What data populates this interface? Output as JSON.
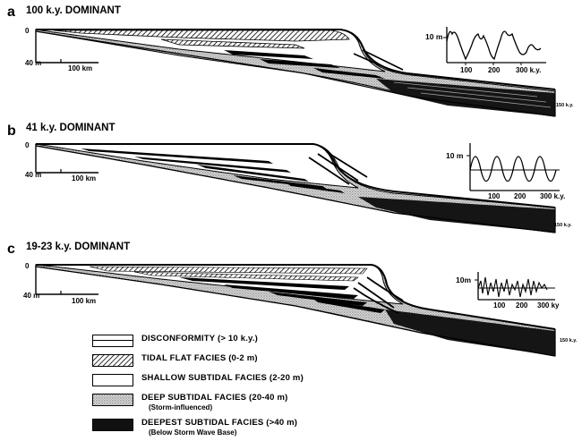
{
  "panels": [
    {
      "letter": "a",
      "title": "100 k.y.  DOMINANT",
      "depth_top": "0",
      "depth_bottom": "40 m",
      "scale": "100 km",
      "end_label": "150 k.y.",
      "inset": {
        "amp": "10 m",
        "ticks": [
          "100",
          "200",
          "300 k.y."
        ]
      }
    },
    {
      "letter": "b",
      "title": "41 k.y. DOMINANT",
      "depth_top": "0",
      "depth_bottom": "40 m",
      "scale": "100 km",
      "end_label": "150 k.y.",
      "inset": {
        "amp": "10 m",
        "ticks": [
          "100",
          "200",
          "300 k.y."
        ]
      }
    },
    {
      "letter": "c",
      "title": "19-23 k.y. DOMINANT",
      "depth_top": "0",
      "depth_bottom": "40 m",
      "scale": "100 km",
      "end_label": "150 k.y.",
      "inset": {
        "amp": "10m",
        "ticks": [
          "100",
          "200",
          "300 ky"
        ]
      }
    }
  ],
  "legend": [
    {
      "label": "DISCONFORMITY (> 10 k.y.)",
      "sub": "",
      "pattern": "disconformity"
    },
    {
      "label": "TIDAL FLAT FACIES (0-2 m)",
      "sub": "",
      "pattern": "hatch"
    },
    {
      "label": "SHALLOW SUBTIDAL FACIES (2-20 m)",
      "sub": "",
      "pattern": "white"
    },
    {
      "label": "DEEP SUBTIDAL FACIES (20-40 m)",
      "sub": "(Storm-influenced)",
      "pattern": "stipple"
    },
    {
      "label": "DEEPEST SUBTIDAL FACIES (>40 m)",
      "sub": "(Below Storm Wave Base)",
      "pattern": "black"
    }
  ],
  "colors": {
    "ink": "#000000",
    "stipple": "#b8b8b8",
    "deep": "#111111",
    "paper": "#ffffff"
  }
}
